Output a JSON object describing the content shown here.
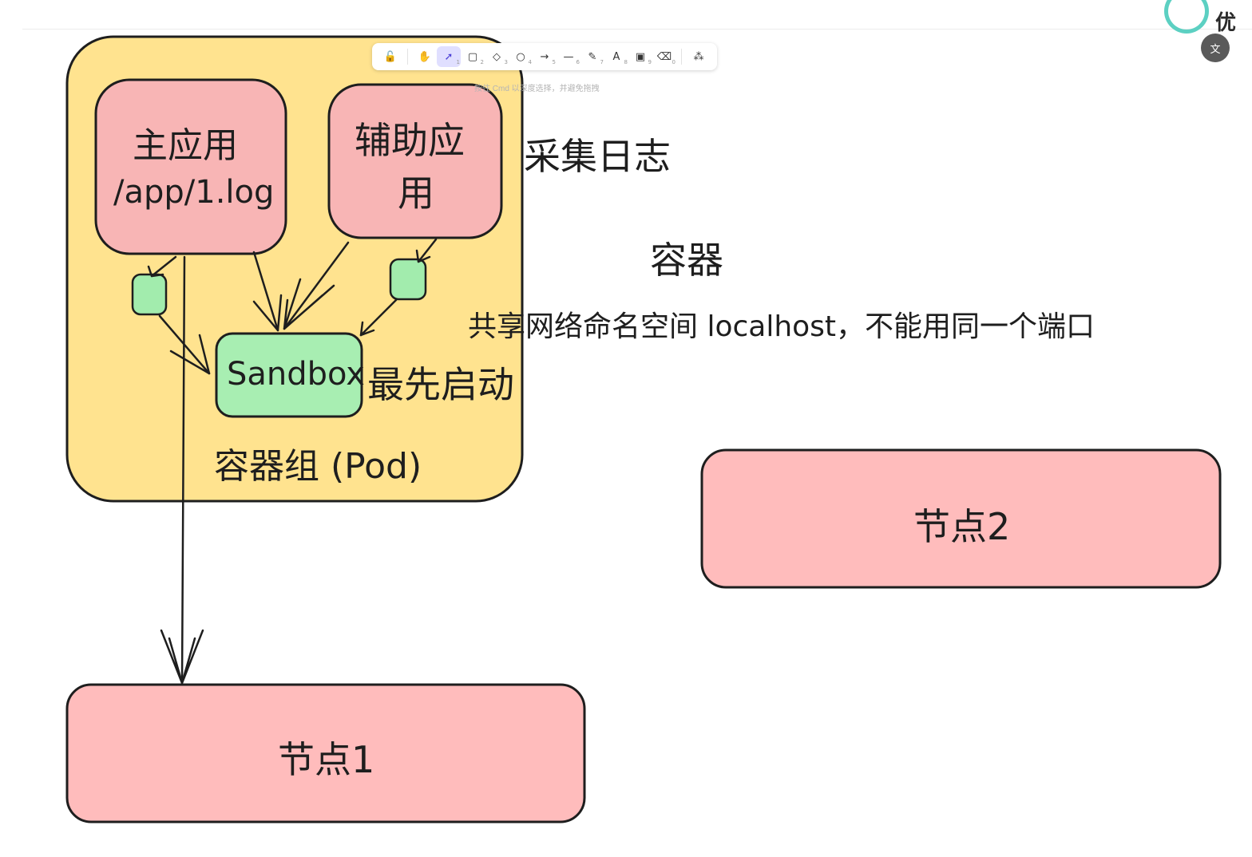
{
  "toolbar": {
    "tools": [
      {
        "name": "lock-icon",
        "glyph": "🔓",
        "key": ""
      },
      {
        "name": "hand-icon",
        "glyph": "✋",
        "key": ""
      },
      {
        "name": "pointer-icon",
        "glyph": "➚",
        "key": "1"
      },
      {
        "name": "rectangle-icon",
        "glyph": "▢",
        "key": "2"
      },
      {
        "name": "diamond-icon",
        "glyph": "◇",
        "key": "3"
      },
      {
        "name": "circle-icon",
        "glyph": "○",
        "key": "4"
      },
      {
        "name": "arrow-icon",
        "glyph": "→",
        "key": "5"
      },
      {
        "name": "line-icon",
        "glyph": "—",
        "key": "6"
      },
      {
        "name": "pencil-icon",
        "glyph": "✎",
        "key": "7"
      },
      {
        "name": "text-icon",
        "glyph": "A",
        "key": "8"
      },
      {
        "name": "image-icon",
        "glyph": "▣",
        "key": "9"
      },
      {
        "name": "eraser-icon",
        "glyph": "⌫",
        "key": "0"
      },
      {
        "name": "shapes-library-icon",
        "glyph": "⁂",
        "key": ""
      }
    ],
    "hint": "按住 Cmd 以深度选择，并避免拖拽"
  },
  "corner": {
    "logo_text": "优",
    "translate_glyph": "文"
  },
  "diagram": {
    "main_app": "主应用",
    "main_app_path": "/app/1.log",
    "helper_app_line1": "辅助应",
    "helper_app_line2": "用",
    "sandbox": "Sandbox",
    "sandbox_note": "最先启动",
    "pod_label": "容器组 (Pod)",
    "collect_logs": "采集日志",
    "container": "容器",
    "shared_network": "共享网络命名空间 localhost，不能用同一个端口",
    "node1": "节点1",
    "node2": "节点2"
  },
  "colors": {
    "pod_fill": "#ffe38f",
    "app_fill": "#f8b5b5",
    "sandbox_fill": "#a8eeb2",
    "small_box_fill": "#a2ecad",
    "node_fill": "#ffbcbc",
    "stroke": "#1e1e1e",
    "toolbar_active": "#e0dfff"
  }
}
